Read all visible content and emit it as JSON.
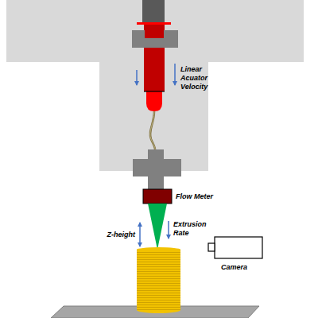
{
  "diagram": {
    "labels": [
      "Linear Acuator Velocity",
      "Flow Meter",
      "Extrusion Rate",
      "Z-height",
      "Camera"
    ]
  }
}
